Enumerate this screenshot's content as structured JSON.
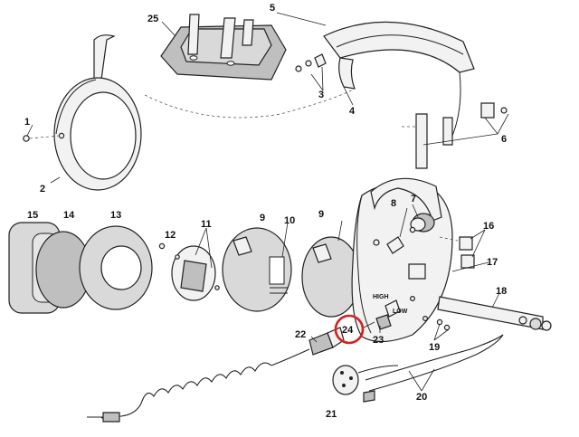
{
  "callouts": {
    "c1": "1",
    "c2": "2",
    "c3": "3",
    "c4": "4",
    "c5": "5",
    "c6": "6",
    "c7": "7",
    "c8": "8",
    "c9a": "9",
    "c9b": "9",
    "c10": "10",
    "c11": "11",
    "c12": "12",
    "c13": "13",
    "c14": "14",
    "c15": "15",
    "c16": "16",
    "c17": "17",
    "c18": "18",
    "c19": "19",
    "c20": "20",
    "c21": "21",
    "c22": "22",
    "c23": "23",
    "c24": "24",
    "c25": "25"
  },
  "switch_labels": {
    "high": "HIGH",
    "low": "LOW"
  },
  "highlight": {
    "callout": "24",
    "ring_color": "#d42020"
  }
}
